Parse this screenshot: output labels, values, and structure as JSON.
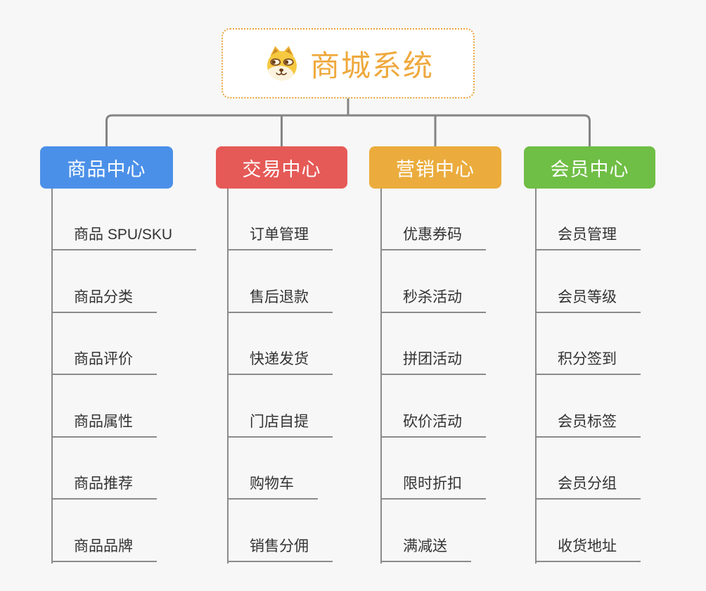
{
  "background_color": "#f7f7f7",
  "connector_color": "#848484",
  "leaf_line_color": "#8b8b8b",
  "leaf_text_color": "#333333",
  "root": {
    "title": "商城系统",
    "icon": "dog-face-icon",
    "text_color": "#efa93e",
    "border_color": "#e9a33b"
  },
  "branches": [
    {
      "label": "商品中心",
      "color": "#4b90e8",
      "children": [
        "商品 SPU/SKU",
        "商品分类",
        "商品评价",
        "商品属性",
        "商品推荐",
        "商品品牌"
      ]
    },
    {
      "label": "交易中心",
      "color": "#e55a57",
      "children": [
        "订单管理",
        "售后退款",
        "快递发货",
        "门店自提",
        "购物车",
        "销售分佣"
      ]
    },
    {
      "label": "营销中心",
      "color": "#ebac3d",
      "children": [
        "优惠券码",
        "秒杀活动",
        "拼团活动",
        "砍价活动",
        "限时折扣",
        "满减送"
      ]
    },
    {
      "label": "会员中心",
      "color": "#6fbe45",
      "children": [
        "会员管理",
        "会员等级",
        "积分签到",
        "会员标签",
        "会员分组",
        "收货地址"
      ]
    }
  ]
}
